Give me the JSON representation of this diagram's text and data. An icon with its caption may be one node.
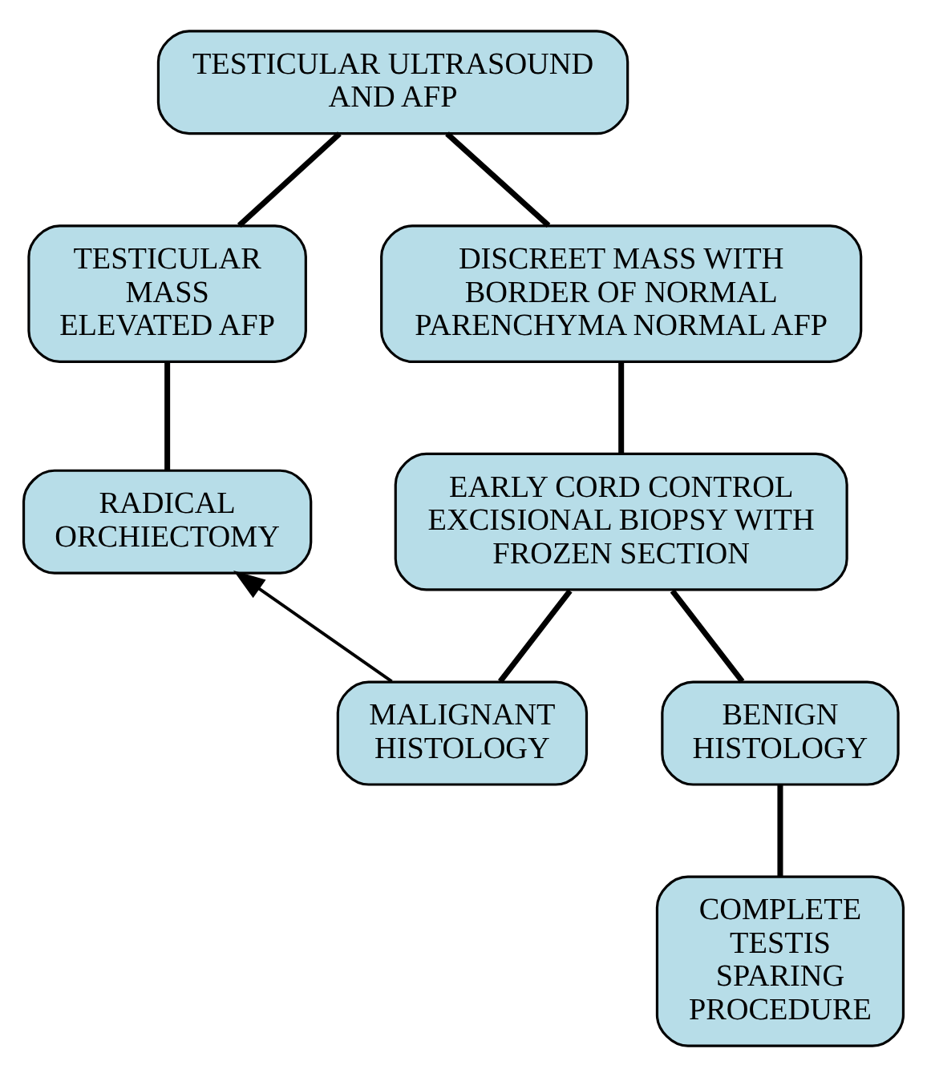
{
  "diagram": {
    "nodes": [
      {
        "text": [
          "TESTICULAR ULTRASOUND AND AFP"
        ]
      },
      {
        "text": [
          "TESTICULAR MASS ELEVATED AFP"
        ]
      },
      {
        "text": [
          "DISCREET MASS WITH BORDER OF NORMAL PARENCHYMA NORMAL AFP"
        ]
      },
      {
        "text": [
          "RADICAL ORCHIECTOMY"
        ]
      },
      {
        "text": [
          "EARLY CORD CONTROL EXCISIONAL BIOPSY WITH FROZEN SECTION"
        ]
      },
      {
        "text": [
          "MALIGNANT HISTOLOGY"
        ]
      },
      {
        "text": [
          "BENIGN HISTOLOGY"
        ]
      },
      {
        "text": [
          "COMPLETE TESTIS SPARING PROCEDURE"
        ]
      }
    ],
    "edges": [
      {
        "from": 0,
        "to": 1,
        "arrow": "none"
      },
      {
        "from": 0,
        "to": 2,
        "arrow": "none"
      },
      {
        "from": 1,
        "to": 3,
        "arrow": "none"
      },
      {
        "from": 2,
        "to": 4,
        "arrow": "none"
      },
      {
        "from": 4,
        "to": 5,
        "arrow": "none"
      },
      {
        "from": 4,
        "to": 6,
        "arrow": "none"
      },
      {
        "from": 5,
        "to": 3,
        "arrow": "to"
      },
      {
        "from": 6,
        "to": 7,
        "arrow": "none"
      }
    ]
  }
}
